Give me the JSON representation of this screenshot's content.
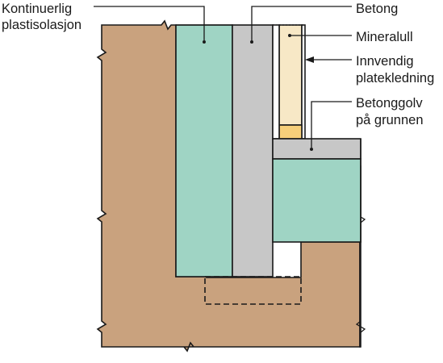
{
  "labels": {
    "kontinuerlig": "Kontinuerlig",
    "plastisolasjon": "plastisolasjon",
    "betong": "Betong",
    "mineralull": "Mineralull",
    "innvendig": "Innvendig",
    "platekledning": "platekledning",
    "betonggolv": "Betonggolv",
    "pa_grunnen": "på grunnen"
  },
  "colors": {
    "soil": "#c9a27e",
    "insulation": "#9fd4c4",
    "concrete": "#c7c7c7",
    "mineral_wool": "#f7e8c6",
    "bottom_plate": "#f6cf7a",
    "outline": "#1a1a1a"
  }
}
